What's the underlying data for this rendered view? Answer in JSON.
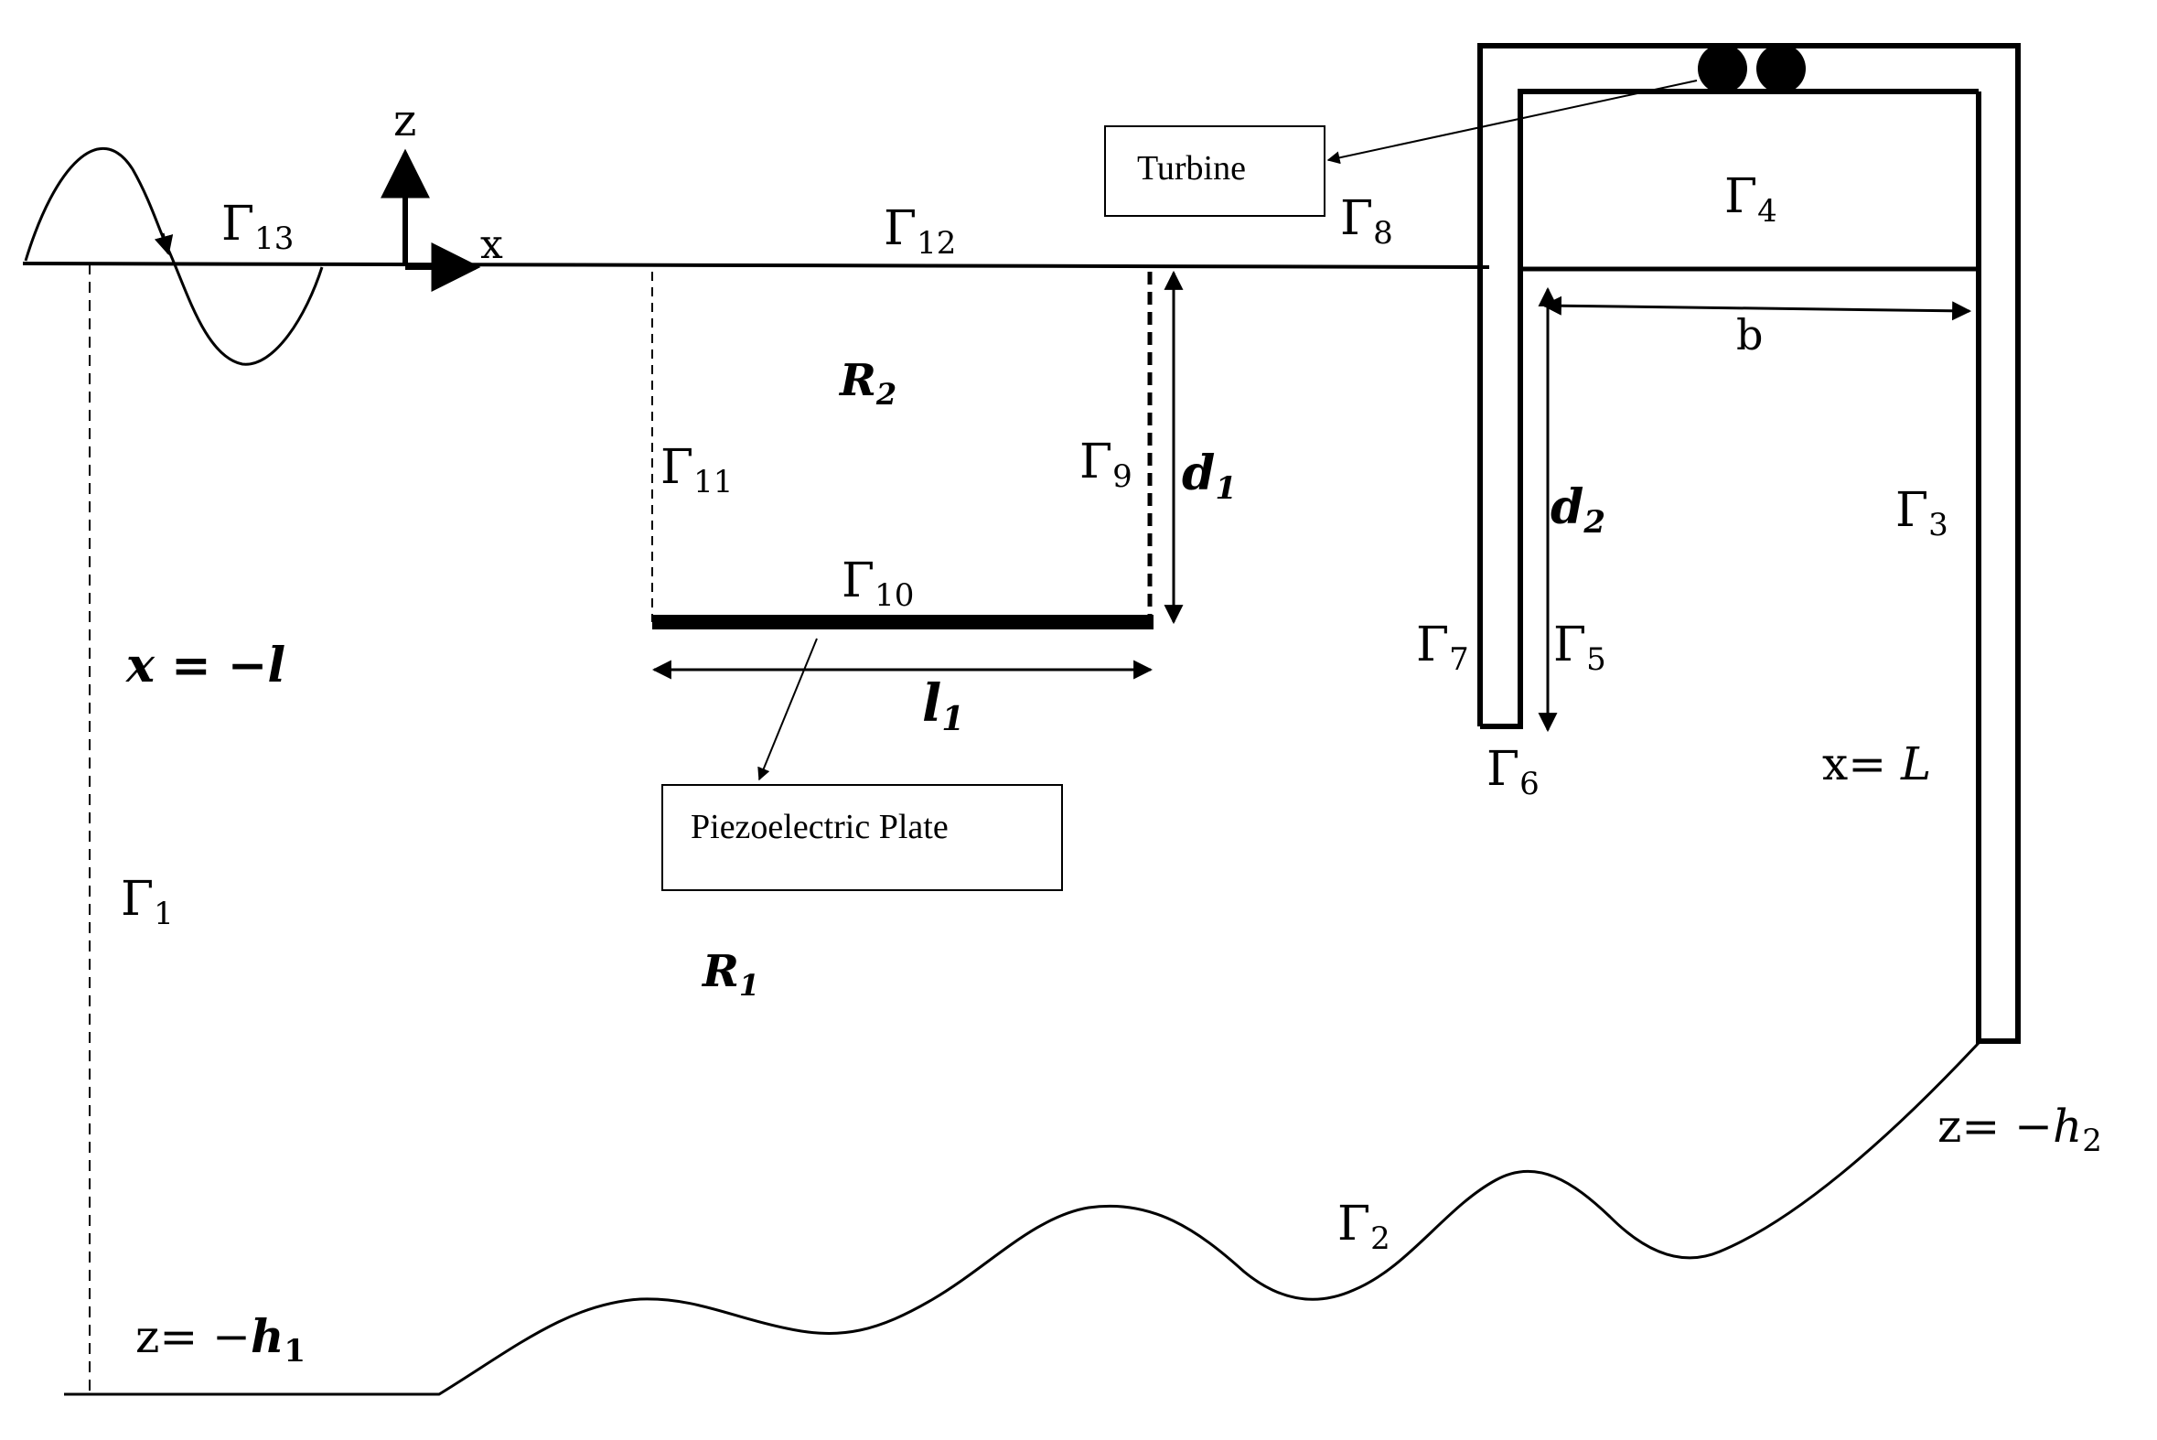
{
  "axes": {
    "x": "x",
    "z": "z"
  },
  "boundaries": {
    "g1": "Γ",
    "g1_sub": "1",
    "g2": "Γ",
    "g2_sub": "2",
    "g3": "Γ",
    "g3_sub": "3",
    "g4": "Γ",
    "g4_sub": "4",
    "g5": "Γ",
    "g5_sub": "5",
    "g6": "Γ",
    "g6_sub": "6",
    "g7": "Γ",
    "g7_sub": "7",
    "g8": "Γ",
    "g8_sub": "8",
    "g9": "Γ",
    "g9_sub": "9",
    "g10": "Γ",
    "g10_sub": "10",
    "g11": "Γ",
    "g11_sub": "11",
    "g12": "Γ",
    "g12_sub": "12",
    "g13": "Γ",
    "g13_sub": "13"
  },
  "regions": {
    "r1": "R",
    "r1_sub": "1",
    "r2": "R",
    "r2_sub": "2"
  },
  "dimensions": {
    "d1": "d",
    "d1_sub": "1",
    "d2": "d",
    "d2_sub": "2",
    "l1": "l",
    "l1_sub": "1",
    "b": "b"
  },
  "equations": {
    "x_left_pre": "x = −",
    "x_left_var": "l",
    "x_right_pre": "x= ",
    "x_right_var": "L",
    "z_left_pre": "z= −",
    "z_left_var": "h",
    "z_left_sub": "1",
    "z_right_pre": "z= −",
    "z_right_var": "h",
    "z_right_sub": "2"
  },
  "boxes": {
    "turbine": "Turbine",
    "piezo": "Piezoelectric Plate"
  }
}
